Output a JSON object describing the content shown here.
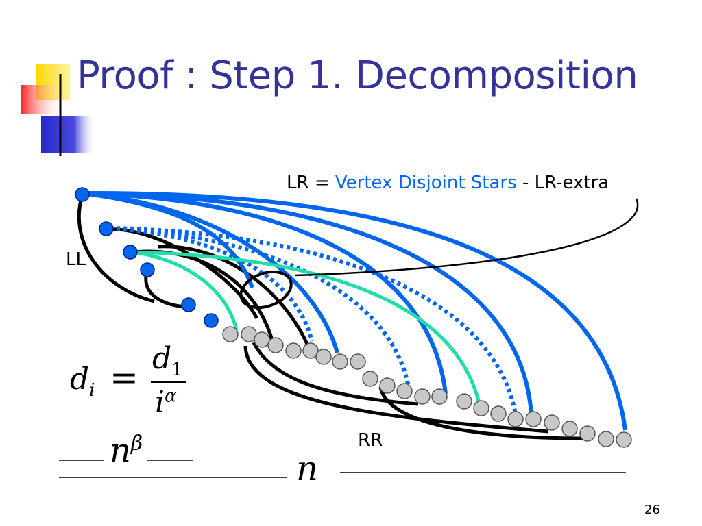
{
  "slide": {
    "title": "Proof : Step 1. Decomposition",
    "page_number": "26"
  },
  "formula": {
    "lhs_var": "d",
    "lhs_sub": "i",
    "equals": "=",
    "num_var": "d",
    "num_sub": "1",
    "den_var": "i",
    "den_sup": "α"
  },
  "labels": {
    "lr_prefix": "LR = ",
    "lr_stars": "Vertex Disjoint Stars",
    "lr_minus": " - ",
    "lr_extra": "LR-extra",
    "ll": "LL",
    "rr": "RR"
  },
  "axis": {
    "n_beta_base": "n",
    "n_beta_sup": "β",
    "n_total": "n"
  },
  "colors": {
    "title": "#333399",
    "blue": "#0066ee",
    "teal": "#22ddaa",
    "black": "#000000",
    "gray_node": "#c8c8c8"
  }
}
